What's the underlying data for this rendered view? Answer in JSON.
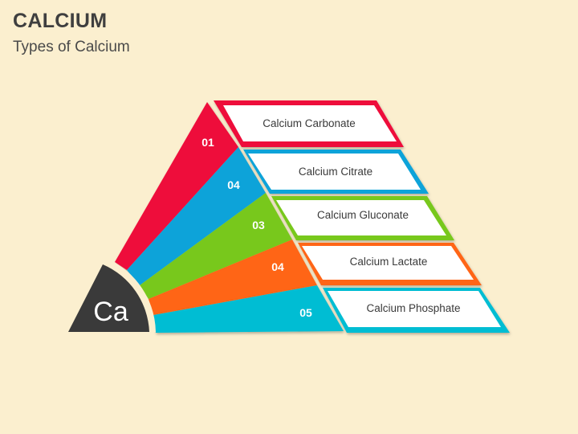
{
  "header": {
    "title": "CALCIUM",
    "subtitle": "Types of Calcium"
  },
  "center": {
    "symbol": "Ca"
  },
  "colors": {
    "background": "#FBEFCF",
    "dark": "#3A3A3A",
    "red": "#EE0F3A",
    "blue": "#0FA3D9",
    "green": "#78C81E",
    "orange": "#FF6514",
    "teal": "#00BDD3"
  },
  "segments": [
    {
      "number": "01",
      "label": "Calcium Carbonate",
      "color": "#EE0F3A"
    },
    {
      "number": "04",
      "label": "Calcium Citrate",
      "color": "#0FA3D9"
    },
    {
      "number": "03",
      "label": "Calcium Gluconate",
      "color": "#78C81E"
    },
    {
      "number": "04",
      "label": "Calcium Lactate",
      "color": "#FF6514"
    },
    {
      "number": "05",
      "label": "Calcium Phosphate",
      "color": "#00BDD3"
    }
  ]
}
